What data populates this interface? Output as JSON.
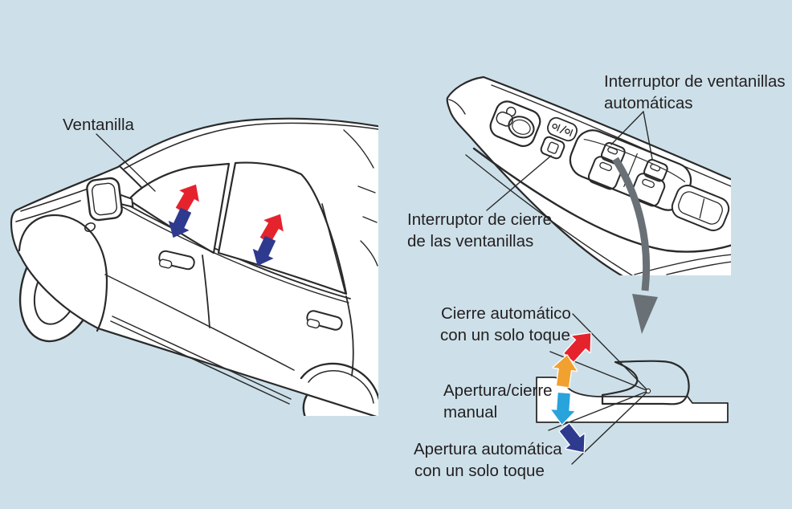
{
  "figure": {
    "car": {
      "window_label": "Ventanilla"
    },
    "door_panel": {
      "power_window_switch_label": {
        "line1": "Interruptor de ventanillas",
        "line2": "automáticas"
      },
      "window_lock_switch_label": {
        "line1": "Interruptor de cierre",
        "line2": "de las ventanillas"
      }
    },
    "switch_detail": {
      "auto_close_label": {
        "line1": "Cierre automático",
        "line2": "con un solo toque"
      },
      "manual_label": {
        "line1": "Apertura/cierre",
        "line2": "manual"
      },
      "auto_open_label": {
        "line1": "Apertura automática",
        "line2": "con un solo toque"
      }
    }
  },
  "colors": {
    "background": "#cde0e9",
    "line": "#2a2a2a",
    "up_arrow_red": "#e5232d",
    "down_arrow_navy": "#2e3a8e",
    "switch_orange": "#f1a12f",
    "lock_switch_pink": "#f2a6ce",
    "manual_down_blue": "#28a3db",
    "flow_arrow_gray": "#697076"
  }
}
